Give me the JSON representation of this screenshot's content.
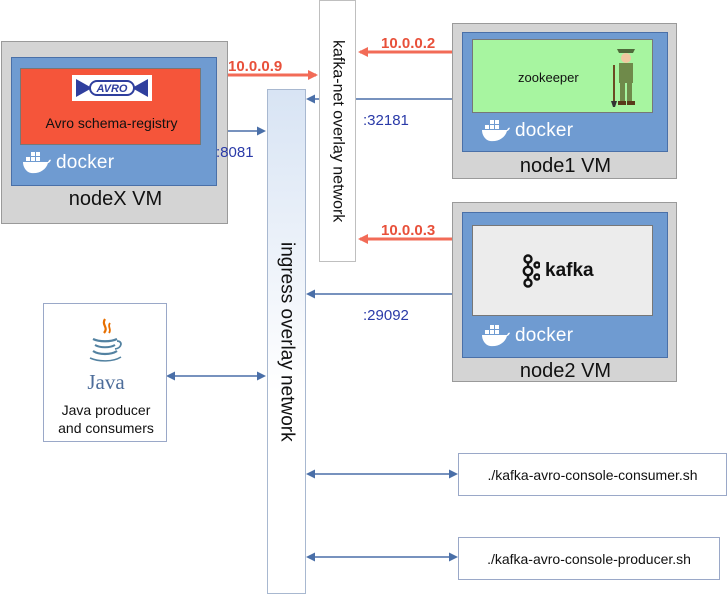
{
  "nodes": {
    "nodex": {
      "vm_label": "nodeX VM",
      "service": "Avro schema-registry",
      "logo_text": "AVRO",
      "docker": "docker"
    },
    "node1": {
      "vm_label": "node1 VM",
      "service": "zookeeper",
      "docker": "docker"
    },
    "node2": {
      "vm_label": "node2 VM",
      "service": "kafka",
      "docker": "docker"
    }
  },
  "networks": {
    "kafka_net": "kafka-net overlay network",
    "ingress": "ingress overlay network"
  },
  "ips": {
    "nodex": "10.0.0.9",
    "node1": "10.0.0.2",
    "node2": "10.0.0.3"
  },
  "ports": {
    "schema_registry": ":8081",
    "zookeeper": ":32181",
    "kafka": ":29092"
  },
  "java": {
    "logo": "Java",
    "label_line1": "Java producer",
    "label_line2": "and consumers"
  },
  "scripts": {
    "consumer": "./kafka-avro-console-consumer.sh",
    "producer": "./kafka-avro-console-producer.sh"
  },
  "colors": {
    "ip_arrow": "#f26b57",
    "port_arrow": "#4a6fa8",
    "avro_box": "#f5553a",
    "zookeeper_box": "#a7f5a0"
  }
}
